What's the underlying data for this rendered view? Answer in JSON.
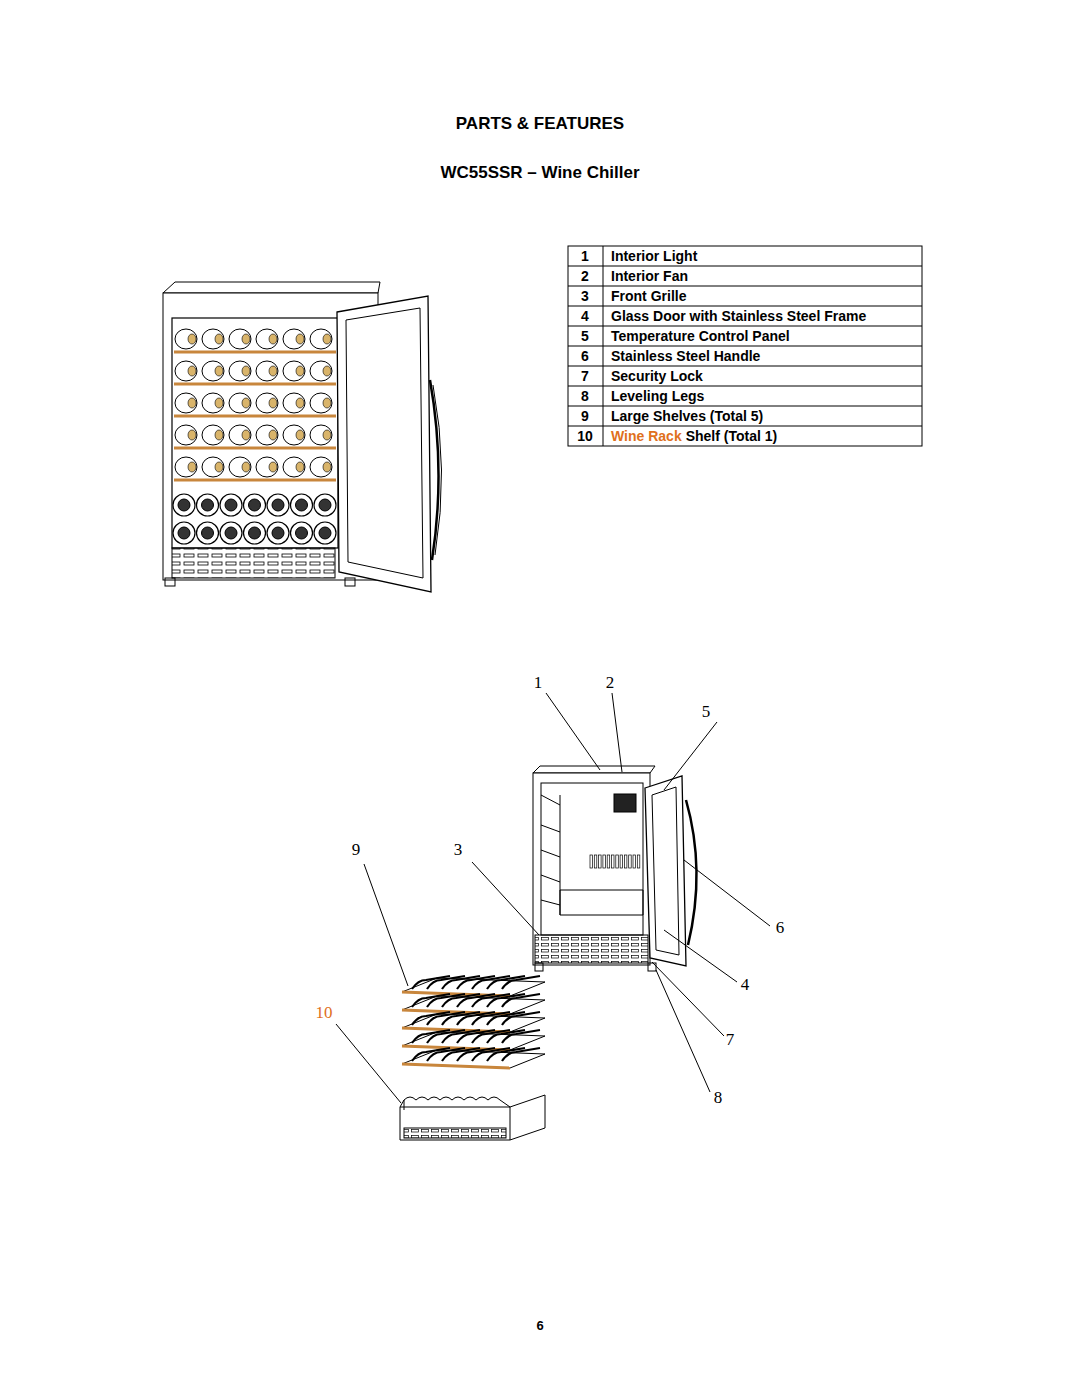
{
  "diagram": {
    "title": "PARTS & FEATURES",
    "labels": [
      "WC55SSR – Wine Chiller",
      "1",
      "Interior Light",
      "2",
      "Interior Fan",
      "3",
      "Front Grille",
      "4",
      "Glass Door with Stainless Steel Frame",
      "5",
      "Temperature Control Panel",
      "6",
      "Stainless Steel Handle",
      "7",
      "Security Lock",
      "8",
      "Leveling Legs",
      "9",
      "Large Shelves (Total 5)",
      "10",
      "Wine Rack",
      "Shelf (Total 1)",
      "1",
      "2",
      "5",
      "9",
      "3",
      "6",
      "4",
      "10",
      "7",
      "8",
      "6"
    ]
  }
}
